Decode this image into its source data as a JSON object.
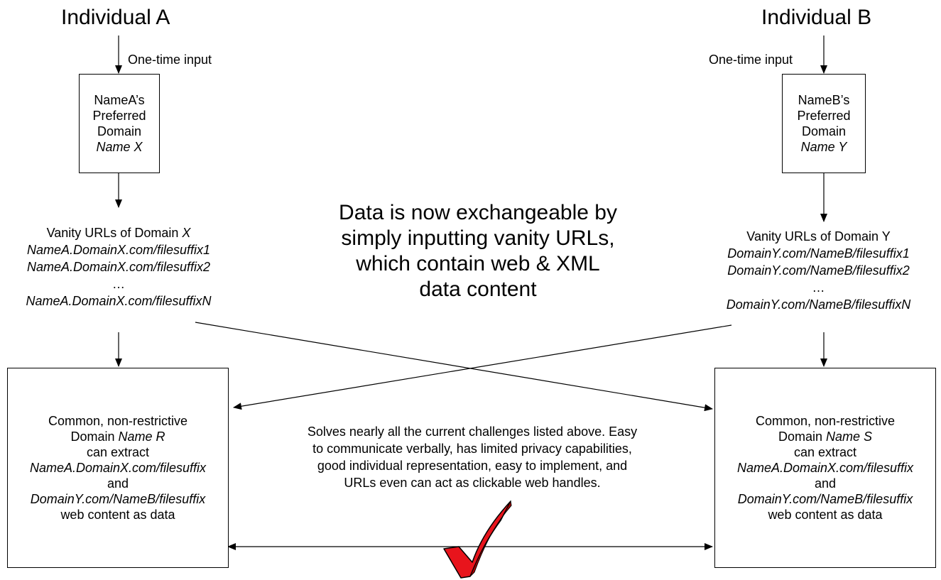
{
  "individual_a": {
    "title": "Individual A",
    "input_label": "One-time input",
    "box": {
      "line1": "NameA’s",
      "line2": "Preferred Domain",
      "line3": "Name X"
    },
    "urls": {
      "heading_prefix": "Vanity URLs of Domain ",
      "heading_var": "X",
      "url1": "NameA.DomainX.com/filesuffix1",
      "url2": "NameA.DomainX.com/filesuffix2",
      "ellipsis": "…",
      "urlN": "NameA.DomainX.com/filesuffixN"
    },
    "common_box": {
      "line1": "Common, non-restrictive",
      "line2_prefix": "Domain ",
      "line2_var": "Name R",
      "line3": "can extract",
      "line4": "NameA.DomainX.com/filesuffix",
      "line5": "and",
      "line6": "DomainY.com/NameB/filesuffix",
      "line7": "web content as data"
    }
  },
  "individual_b": {
    "title": "Individual B",
    "input_label": "One-time input",
    "box": {
      "line1": "NameB’s",
      "line2": "Preferred Domain",
      "line3": "Name Y"
    },
    "urls": {
      "heading": "Vanity URLs of Domain Y",
      "url1": "DomainY.com/NameB/filesuffix1",
      "url2": "DomainY.com/NameB/filesuffix2",
      "ellipsis": "…",
      "urlN": "DomainY.com/NameB/filesuffixN"
    },
    "common_box": {
      "line1": "Common, non-restrictive",
      "line2_prefix": "Domain ",
      "line2_var": "Name S",
      "line3": "can extract",
      "line4": "NameA.DomainX.com/filesuffix",
      "line5": "and",
      "line6": "DomainY.com/NameB/filesuffix",
      "line7": "web content as data"
    }
  },
  "center_statement": {
    "line1": "Data is now exchangeable by",
    "line2": "simply inputting vanity URLs,",
    "line3": "which contain web & XML",
    "line4": "data content"
  },
  "solution_text": {
    "line1": "Solves nearly all the current challenges listed above.  Easy",
    "line2": "to communicate verbally, has limited privacy capabilities,",
    "line3": "good individual representation, easy to implement, and",
    "line4": "URLs even can act as clickable web handles."
  },
  "colors": {
    "check": "#e8141c",
    "stroke": "#000000"
  }
}
